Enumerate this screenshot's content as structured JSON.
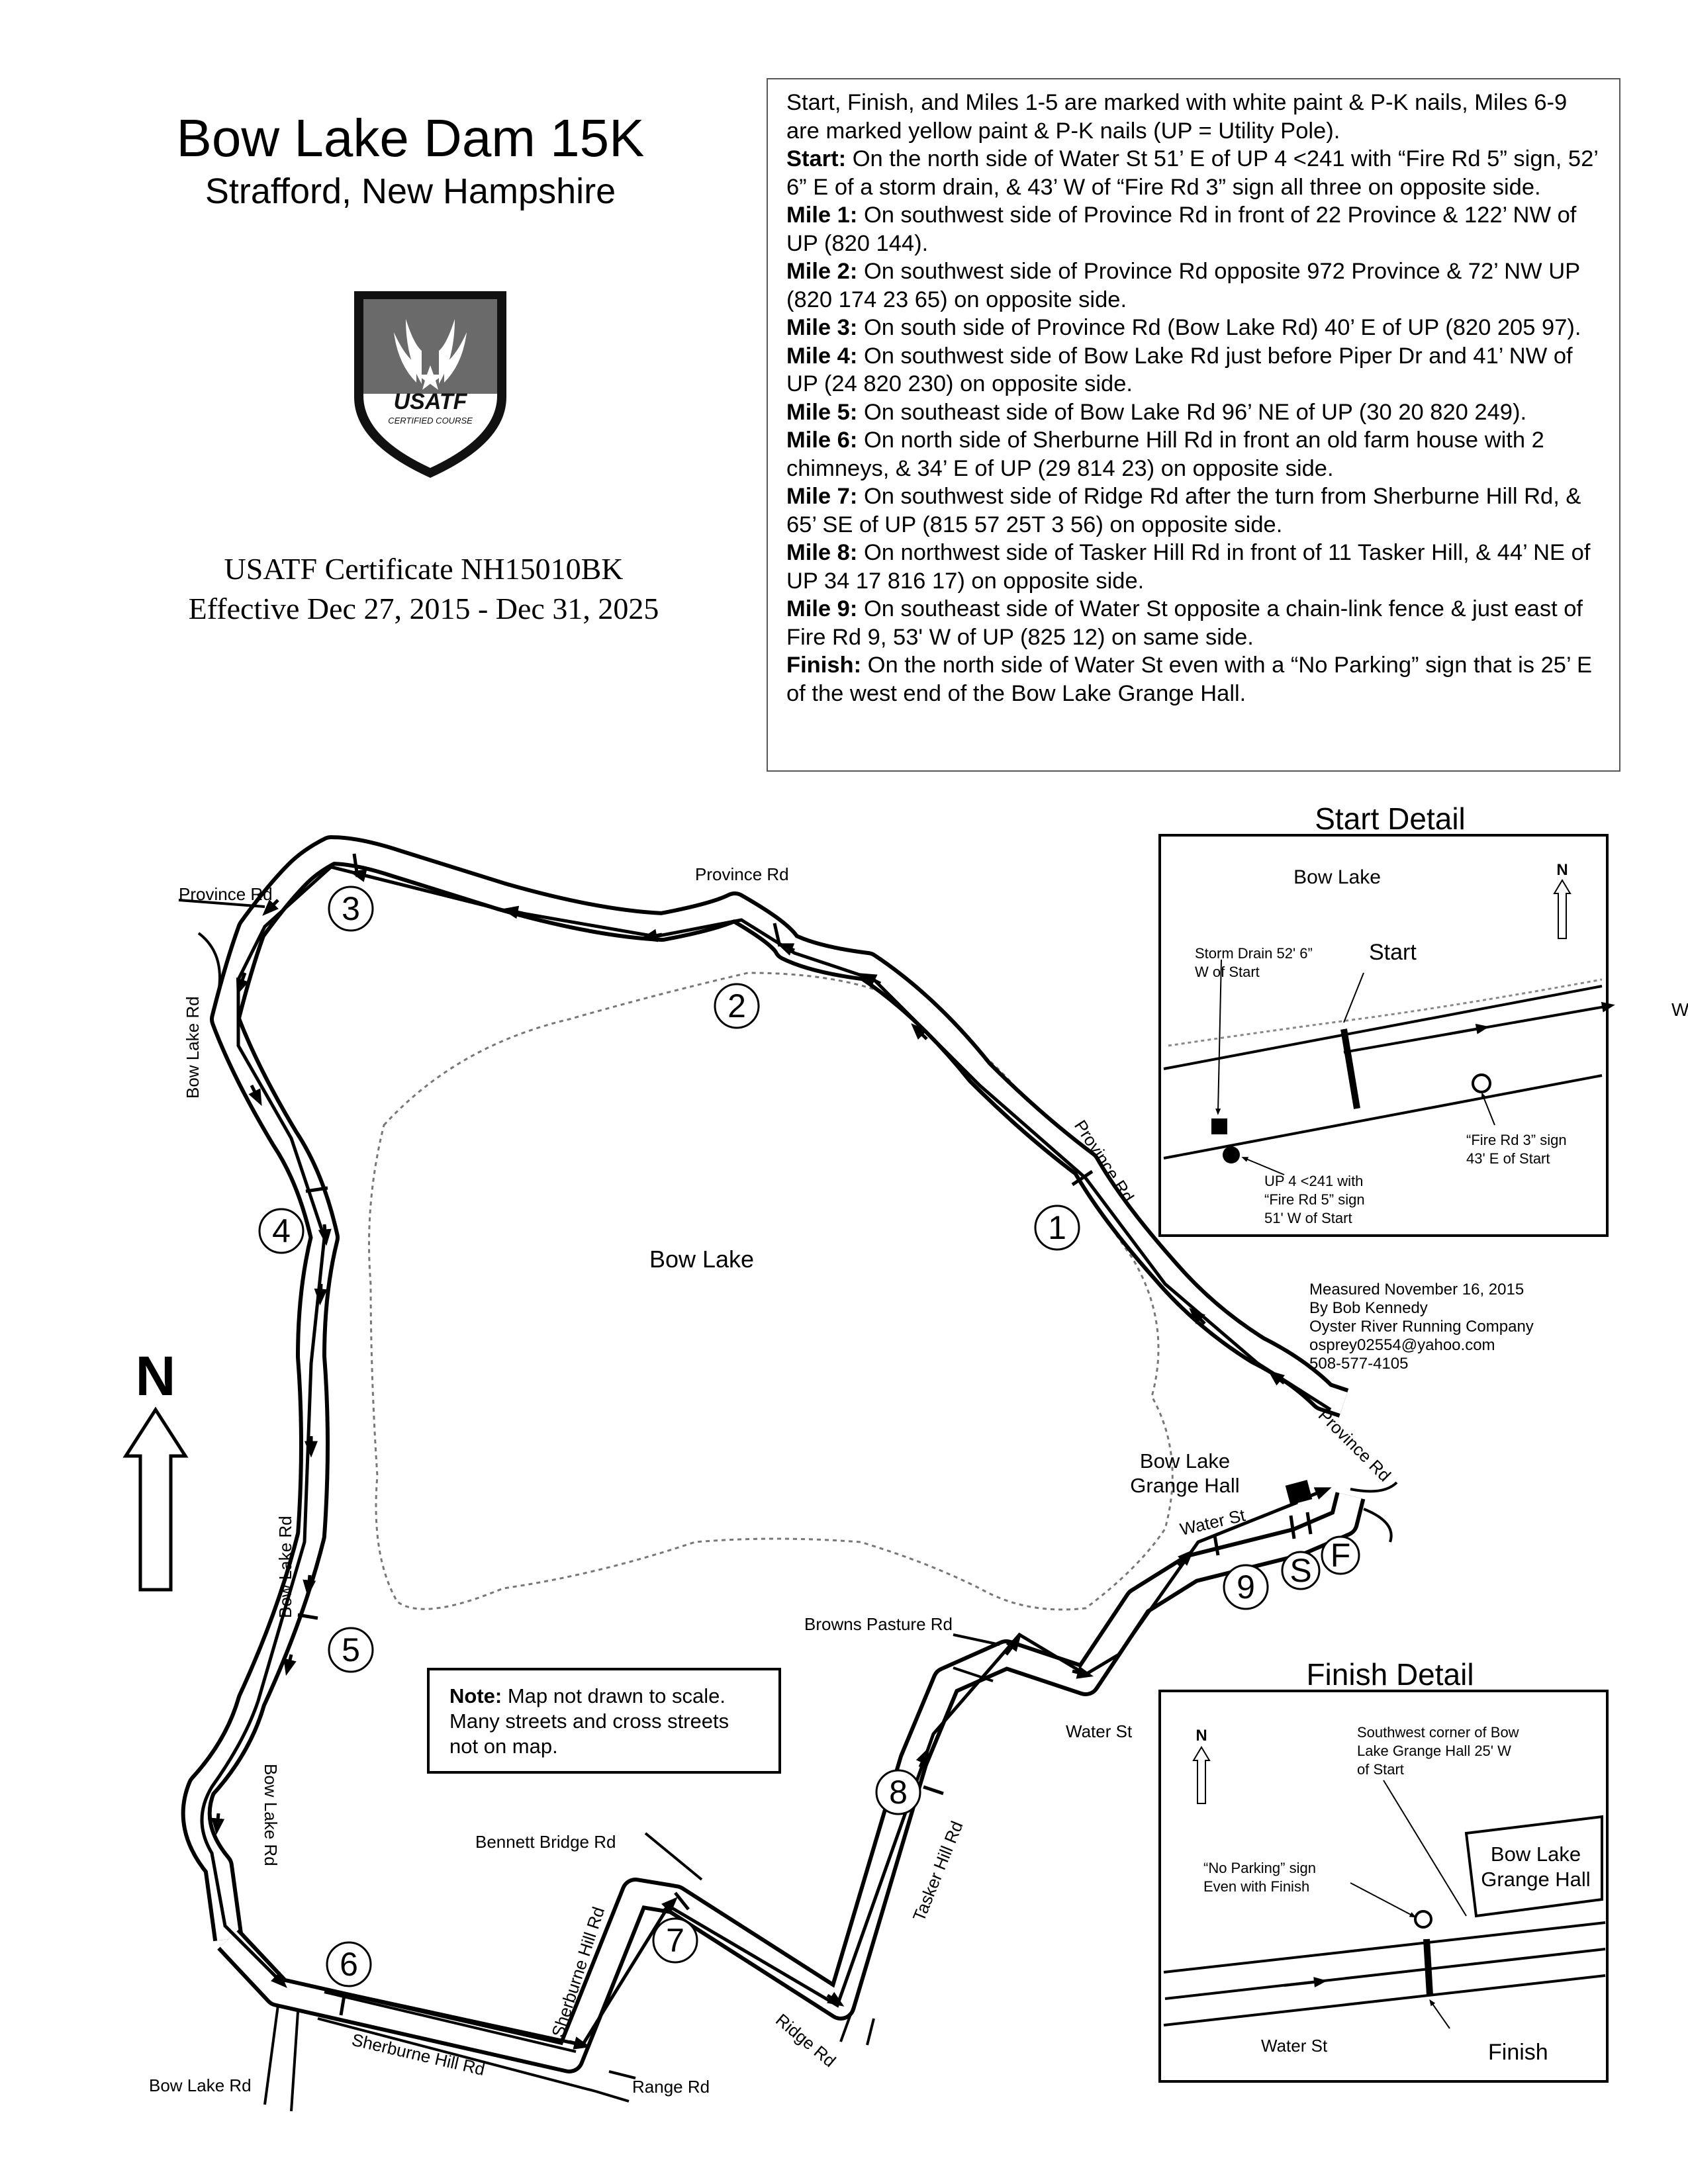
{
  "header": {
    "title": "Bow Lake Dam 15K",
    "subtitle": "Strafford, New Hampshire"
  },
  "badge": {
    "brand": "USATF",
    "tagline": "CERTIFIED COURSE"
  },
  "certificate": {
    "line1": "USATF Certificate NH15010BK",
    "line2": "Effective Dec 27, 2015 - Dec 31, 2025"
  },
  "description": {
    "intro": "Start, Finish, and Miles 1-5 are marked with white paint & P-K nails, Miles 6-9 are marked yellow paint & P-K nails (UP = Utility Pole).",
    "entries": [
      {
        "label": "Start:",
        "text": "On the north side of Water St 51’ E of UP 4 <241 with “Fire Rd 5” sign, 52’ 6” E of a storm drain, & 43’ W of “Fire Rd 3” sign all three on opposite side."
      },
      {
        "label": "Mile 1:",
        "text": "On southwest side of Province Rd in front of 22 Province & 122’ NW of UP (820 144)."
      },
      {
        "label": "Mile 2:",
        "text": "On southwest side of  Province Rd opposite 972 Province & 72’ NW UP (820 174 23 65) on opposite side."
      },
      {
        "label": "Mile 3:",
        "text": "On south side of Province Rd (Bow Lake Rd) 40’ E of UP (820 205 97)."
      },
      {
        "label": "Mile 4:",
        "text": "On southwest side of Bow Lake Rd just before Piper Dr and 41’ NW of UP (24 820 230) on opposite side."
      },
      {
        "label": "Mile 5:",
        "text": "On southeast side of Bow Lake Rd 96’ NE of UP (30 20 820 249)."
      },
      {
        "label": "Mile 6:",
        "text": "On north side of Sherburne Hill Rd in front an old farm house with 2 chimneys, & 34’ E of UP (29 814 23) on opposite side."
      },
      {
        "label": "Mile 7:",
        "text": "On southwest side of Ridge Rd after the turn from Sherburne Hill Rd, & 65’ SE of UP (815 57 25T 3 56) on opposite side."
      },
      {
        "label": "Mile 8:",
        "text": "On northwest side of Tasker Hill Rd in front of 11 Tasker Hill, & 44’ NE of UP 34 17 816 17) on opposite side."
      },
      {
        "label": "Mile 9:",
        "text": "On southeast side of Water St opposite a chain-link fence & just east of Fire Rd 9, 53' W of UP (825 12) on same side."
      },
      {
        "label": "Finish:",
        "text": "On the north side of Water St even with a “No Parking” sign that is 25’ E of the west end of the Bow Lake Grange Hall."
      }
    ]
  },
  "map": {
    "lake_label": "Bow Lake",
    "north_label": "N",
    "roads": {
      "province_rd_nw": "Province Rd",
      "province_rd_n": "Province Rd",
      "province_rd_e": "Province Rd",
      "province_rd_se": "Province Rd",
      "bow_lake_rd_n": "Bow  Lake  Rd",
      "bow_lake_rd_mid": "Bow  Lake  Rd",
      "bow_lake_rd_s": "Bow  Lake  Rd",
      "bow_lake_rd_bottom": "Bow  Lake  Rd",
      "sherburne_hill_rd": "Sherburne Hill Rd",
      "sherburne_hill_rd_v": "Sherburne Hill Rd",
      "bennett_bridge_rd": "Bennett Bridge Rd",
      "range_rd": "Range Rd",
      "ridge_rd": "Ridge Rd",
      "tasker_hill_rd": "Tasker Hill Rd",
      "browns_pasture_rd": "Browns Pasture Rd",
      "water_st": "Water St",
      "water_st_near_start": "Water St"
    },
    "grange_hall_line1": "Bow Lake",
    "grange_hall_line2": "Grange Hall",
    "miles": [
      "1",
      "2",
      "3",
      "4",
      "5",
      "6",
      "7",
      "8",
      "9"
    ],
    "start_label": "S",
    "finish_label": "F"
  },
  "note": {
    "label": "Note:",
    "text": "Map not drawn to scale. Many streets and cross streets not on map."
  },
  "measured": {
    "line1": "Measured November 16, 2015",
    "line2": "By Bob Kennedy",
    "line3": "Oyster River Running Company",
    "line4": "osprey02554@yahoo.com",
    "line5": "508-577-4105"
  },
  "start_detail": {
    "title": "Start Detail",
    "lake": "Bow Lake",
    "north": "N",
    "start": "Start",
    "storm_drain_1": "Storm Drain 52' 6”",
    "storm_drain_2": "W of Start",
    "up_1": "UP 4 <241 with",
    "up_2": "“Fire Rd 5” sign",
    "up_3": "51' W of Start",
    "fire3_1": "“Fire Rd 3” sign",
    "fire3_2": "43' E of Start"
  },
  "finish_detail": {
    "title": "Finish Detail",
    "north": "N",
    "corner_1": "Southwest corner of Bow",
    "corner_2": "Lake Grange Hall 25' W",
    "corner_3": "of Start",
    "grange_1": "Bow Lake",
    "grange_2": "Grange Hall",
    "noparking_1": "“No Parking” sign",
    "noparking_2": "Even with Finish",
    "street": "Water St",
    "finish": "Finish"
  },
  "stray_text": "W"
}
